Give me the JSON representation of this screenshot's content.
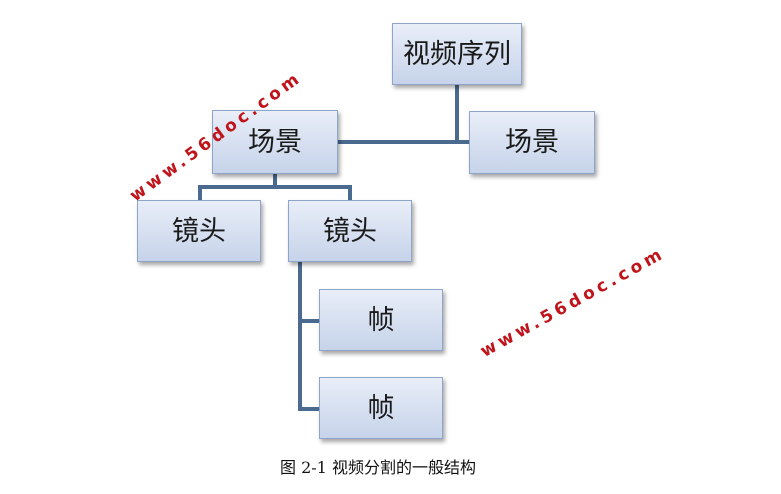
{
  "diagram": {
    "nodes": {
      "root": "视频序列",
      "scene_1": "场景",
      "scene_2": "场景",
      "shot_1": "镜头",
      "shot_2": "镜头",
      "frame_1": "帧",
      "frame_2": "帧"
    },
    "line_color": "#4a6a90",
    "node_fill": [
      "#e9eef8",
      "#c6d3ea"
    ],
    "node_border_color": "#8ea4c8"
  },
  "watermarks": [
    "www.56doc.com",
    "www.56doc.com"
  ],
  "watermark_color": "#c0141b",
  "caption": "图 2-1  视频分割的一般结构"
}
